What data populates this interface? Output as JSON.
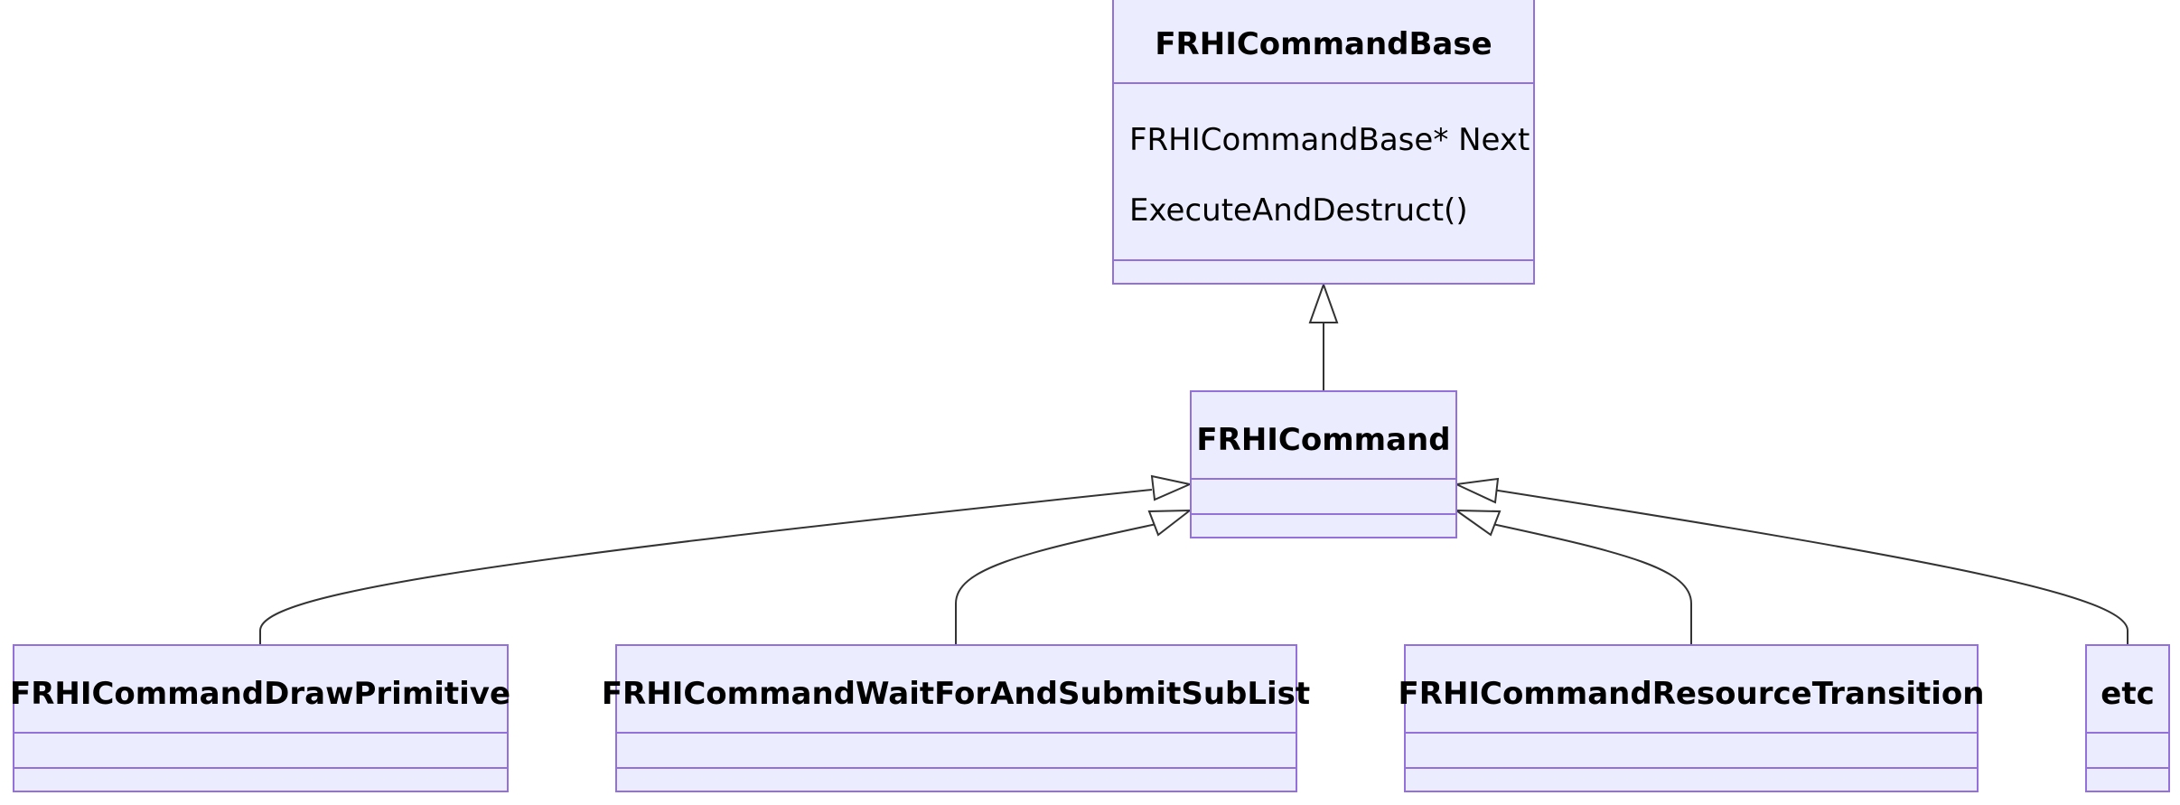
{
  "diagram": {
    "type": "class-diagram",
    "classes": {
      "base": {
        "name": "FRHICommandBase",
        "attributes": [
          "FRHICommandBase* Next"
        ],
        "methods": [
          "ExecuteAndDestruct()"
        ]
      },
      "command": {
        "name": "FRHICommand",
        "attributes": [],
        "methods": []
      },
      "draw_primitive": {
        "name": "FRHICommandDrawPrimitive",
        "attributes": [],
        "methods": []
      },
      "wait_submit": {
        "name": "FRHICommandWaitForAndSubmitSubList",
        "attributes": [],
        "methods": []
      },
      "resource_transition": {
        "name": "FRHICommandResourceTransition",
        "attributes": [],
        "methods": []
      },
      "etc": {
        "name": "etc",
        "attributes": [],
        "methods": []
      }
    },
    "inheritance": [
      {
        "child": "FRHICommand",
        "parent": "FRHICommandBase"
      },
      {
        "child": "FRHICommandDrawPrimitive",
        "parent": "FRHICommand"
      },
      {
        "child": "FRHICommandWaitForAndSubmitSubList",
        "parent": "FRHICommand"
      },
      {
        "child": "FRHICommandResourceTransition",
        "parent": "FRHICommand"
      },
      {
        "child": "etc",
        "parent": "FRHICommand"
      }
    ],
    "colors": {
      "class_fill": "#ececff",
      "class_border": "#9370db",
      "edge": "#333333",
      "text": "#000000"
    }
  }
}
